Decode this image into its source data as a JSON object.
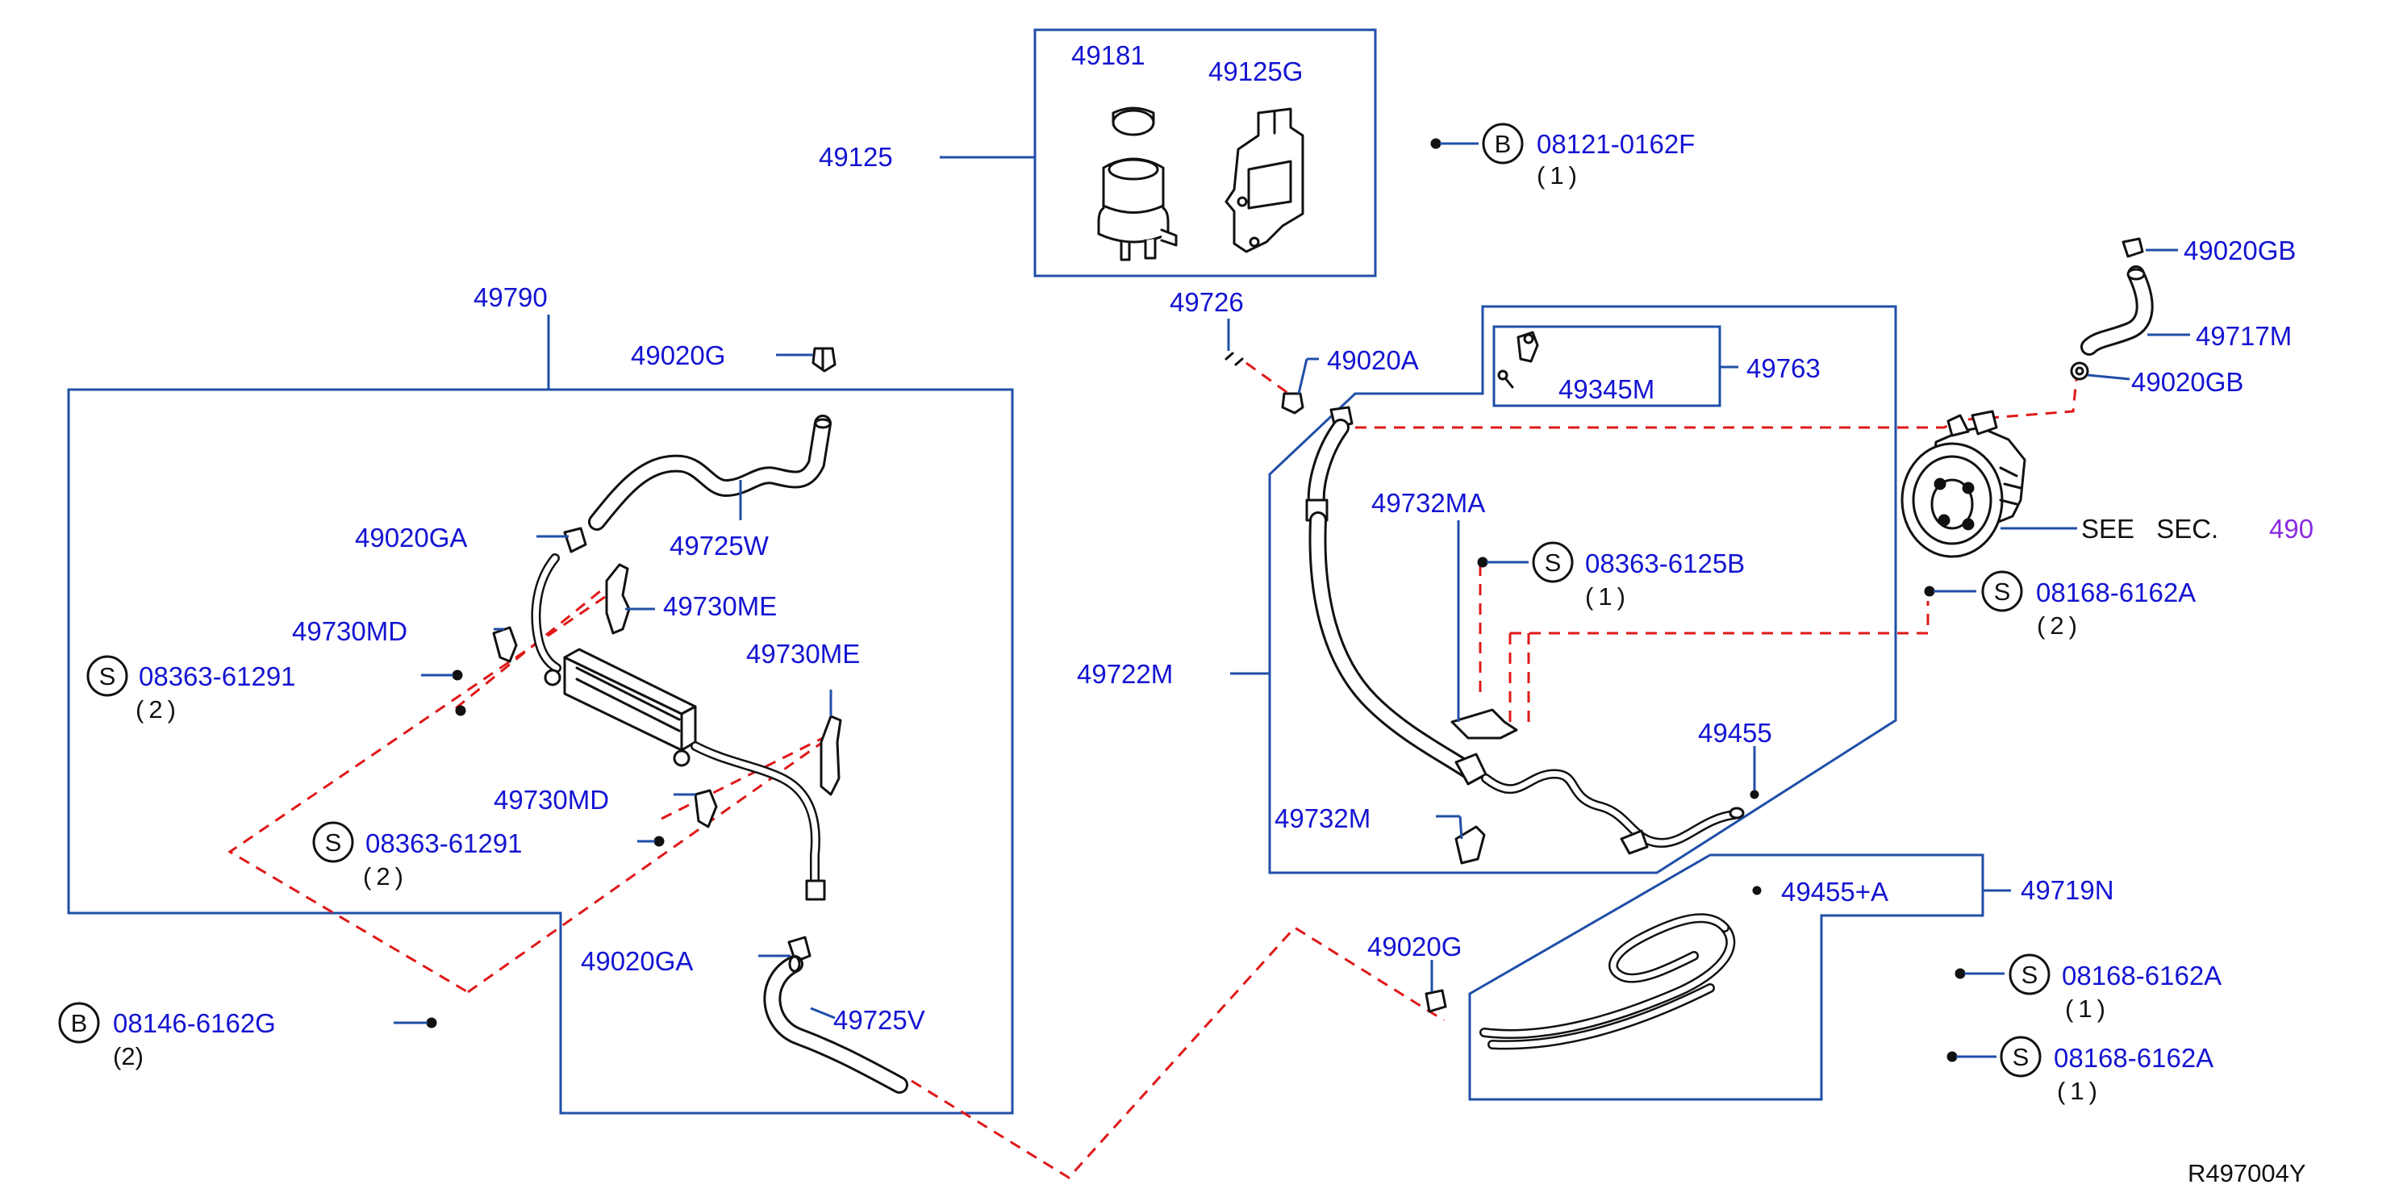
{
  "diagram": {
    "code": "R497004Y",
    "see_section": {
      "text": "SEE SEC.",
      "number": "490"
    },
    "labels": {
      "p49125": "49125",
      "p49181": "49181",
      "p49125G": "49125G",
      "p49790": "49790",
      "p49020G_top": "49020G",
      "p49726": "49726",
      "p49020A": "49020A",
      "p49763": "49763",
      "p49345M": "49345M",
      "p49020GB_top": "49020GB",
      "p49717M": "49717M",
      "p49020GB_mid": "49020GB",
      "p49020GA_top": "49020GA",
      "p49725W": "49725W",
      "p49730ME_1": "49730ME",
      "p49730MD_1": "49730MD",
      "p49730ME_2": "49730ME",
      "p49730MD_2": "49730MD",
      "p49020GA_bot": "49020GA",
      "p49725V": "49725V",
      "p49732MA": "49732MA",
      "p49722M": "49722M",
      "p49455": "49455",
      "p49732M": "49732M",
      "p49455A": "49455+A",
      "p49719N": "49719N",
      "p49020G_bot": "49020G"
    },
    "fasteners": {
      "f1": {
        "symbol": "B",
        "code": "08121-0162F",
        "qty": "(1)"
      },
      "f2": {
        "symbol": "S",
        "code": "08363-6125B",
        "qty": "(1)"
      },
      "f3": {
        "symbol": "S",
        "code": "08168-6162A",
        "qty": "(2)"
      },
      "f4": {
        "symbol": "S",
        "code": "08363-61291",
        "qty": "(2)"
      },
      "f5": {
        "symbol": "S",
        "code": "08363-61291",
        "qty": "(2)"
      },
      "f6": {
        "symbol": "B",
        "code": "08146-6162G",
        "qty": "(2)"
      },
      "f7": {
        "symbol": "S",
        "code": "08168-6162A",
        "qty": "(1)"
      },
      "f8": {
        "symbol": "S",
        "code": "08168-6162A",
        "qty": "(1)"
      }
    },
    "colors": {
      "label": "#1414d2",
      "frame": "#1f4fa8",
      "dashed_link": "#e01818",
      "section_ref": "#8a2be2",
      "part_outline": "#111111"
    }
  }
}
